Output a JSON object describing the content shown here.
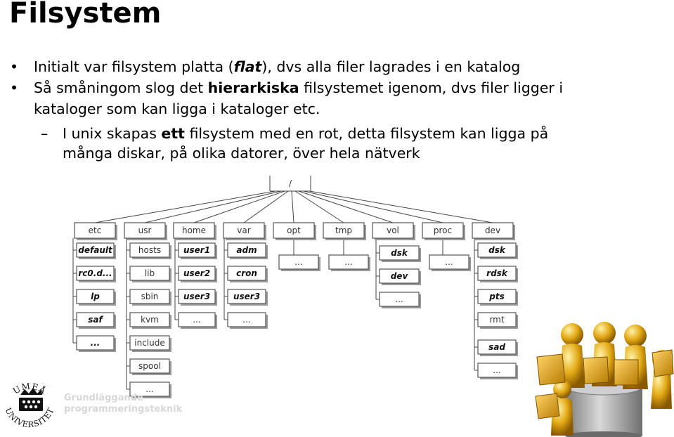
{
  "slide": {
    "title": "Filsystem",
    "bullets": {
      "b1": {
        "pre": "Initialt var filsystem platta (",
        "em": "flat",
        "post": "), dvs alla filer lagrades i en katalog"
      },
      "b2": {
        "pre": "Så småningom slog det ",
        "strong": "hierarkiska",
        "post_line1": " filsystemet igenom, dvs filer ligger i",
        "line2": "kataloger som kan ligga i kataloger etc."
      },
      "sub1": {
        "pre": "I unix skapas ",
        "strong": "ett",
        "post_line1": " filsystem med en rot, detta filsystem kan ligga på",
        "line2": "många diskar, på olika datorer, över hela nätverk"
      }
    },
    "footer": {
      "line1": "Grundläggande",
      "line2": "programmeringsteknik"
    },
    "logo": {
      "top": "UMEÅ",
      "bottom": "UNIVERSITET"
    }
  },
  "tree": {
    "root": "/",
    "dirs": [
      {
        "name": "etc",
        "children": [
          {
            "t": "default",
            "i": true
          },
          {
            "t": "rc0.d...",
            "i": true
          },
          {
            "t": "lp",
            "i": true
          },
          {
            "t": "saf",
            "i": true
          },
          {
            "t": "...",
            "i": true
          }
        ]
      },
      {
        "name": "usr",
        "children": [
          {
            "t": "hosts",
            "i": false
          },
          {
            "t": "lib",
            "i": false
          },
          {
            "t": "sbin",
            "i": false
          },
          {
            "t": "kvm",
            "i": false
          },
          {
            "t": "include",
            "i": false
          },
          {
            "t": "spool",
            "i": false
          },
          {
            "t": "...",
            "i": false
          }
        ]
      },
      {
        "name": "home",
        "children": [
          {
            "t": "user1",
            "i": true
          },
          {
            "t": "user2",
            "i": true
          },
          {
            "t": "user3",
            "i": true
          },
          {
            "t": "...",
            "i": false
          }
        ]
      },
      {
        "name": "var",
        "children": [
          {
            "t": "adm",
            "i": true
          },
          {
            "t": "cron",
            "i": true
          },
          {
            "t": "user3",
            "i": true
          },
          {
            "t": "...",
            "i": false
          }
        ]
      },
      {
        "name": "opt",
        "children": [
          {
            "t": "...",
            "i": false
          }
        ]
      },
      {
        "name": "tmp",
        "children": [
          {
            "t": "...",
            "i": false
          }
        ]
      },
      {
        "name": "vol",
        "children": [
          {
            "t": "dsk",
            "i": true
          },
          {
            "t": "dev",
            "i": true
          },
          {
            "t": "...",
            "i": false
          }
        ]
      },
      {
        "name": "proc",
        "children": [
          {
            "t": "...",
            "i": false
          }
        ]
      },
      {
        "name": "dev",
        "children": [
          {
            "t": "dsk",
            "i": true
          },
          {
            "t": "rdsk",
            "i": true
          },
          {
            "t": "pts",
            "i": true
          },
          {
            "t": "rmt",
            "i": false
          },
          {
            "t": "sad",
            "i": true
          },
          {
            "t": "...",
            "i": false
          }
        ]
      }
    ]
  }
}
